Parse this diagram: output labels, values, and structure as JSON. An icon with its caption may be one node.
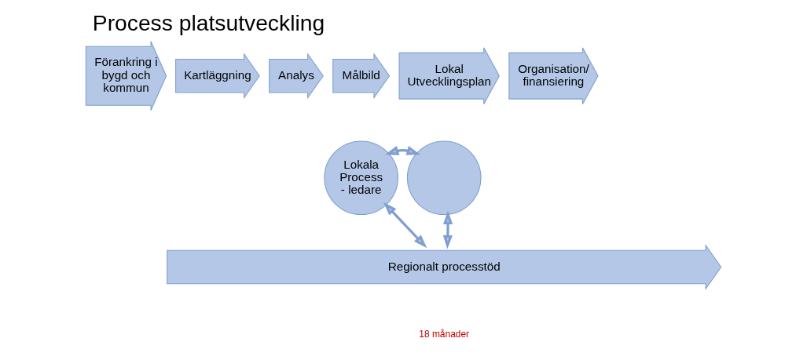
{
  "diagram": {
    "title": "Process platsutveckling",
    "nodes": [
      {
        "text": [
          "Förankring i bygd och kommun"
        ]
      },
      {
        "text": [
          "Kartläggning"
        ]
      },
      {
        "text": [
          "Analys"
        ]
      },
      {
        "text": [
          "Målbild"
        ]
      },
      {
        "text": [
          "Lokal Utvecklingsplan"
        ]
      },
      {
        "text": [
          "Organisation/ finansiering"
        ]
      },
      {
        "text": [
          "Lokala Process - ledare"
        ]
      },
      {
        "text": [],
        "shape": "circle"
      },
      {
        "text": [
          "Regionalt processtöd"
        ]
      }
    ],
    "edges": [
      {
        "from": 6,
        "to": 7,
        "arrow": "both"
      },
      {
        "from": 6,
        "to": 8,
        "arrow": "both"
      },
      {
        "from": 7,
        "to": 8,
        "arrow": "both"
      }
    ],
    "labels": [
      "18 månader"
    ]
  }
}
